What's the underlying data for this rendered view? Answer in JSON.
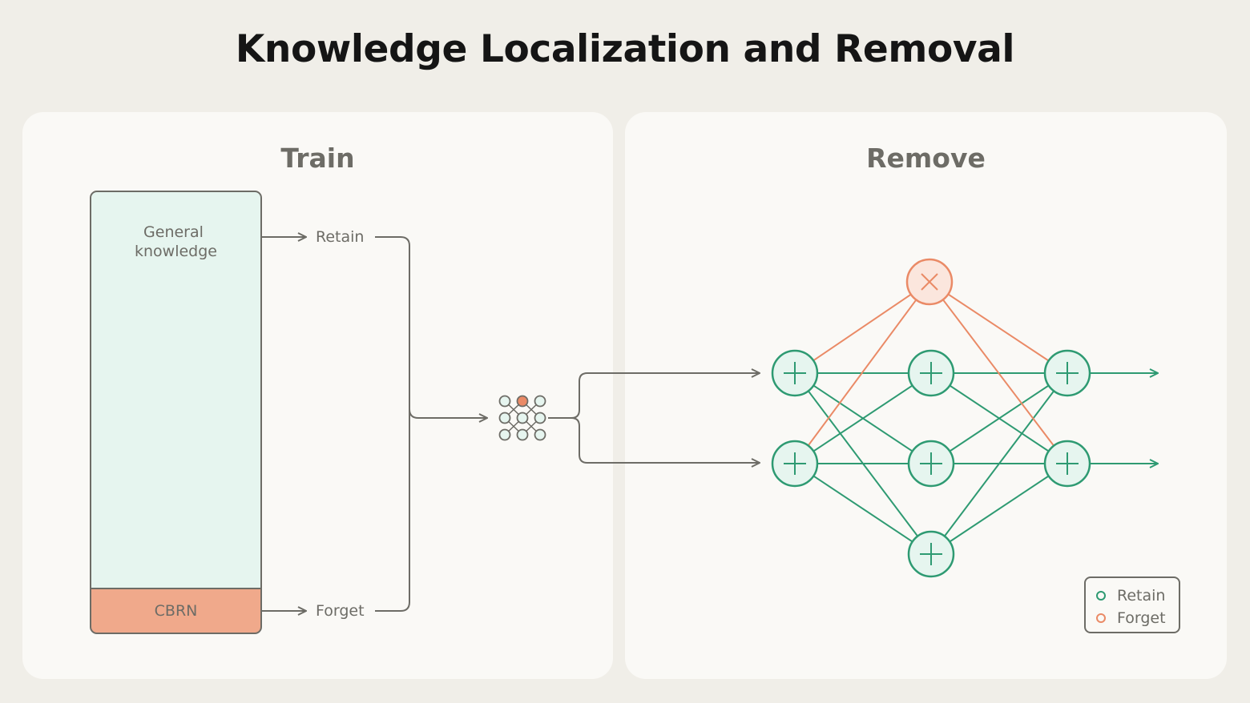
{
  "title": "Knowledge Localization and Removal",
  "train": {
    "heading": "Train",
    "general_label": "General knowledge",
    "cbrn_label": "CBRN",
    "retain_label": "Retain",
    "forget_label": "Forget"
  },
  "remove": {
    "heading": "Remove"
  },
  "legend": {
    "retain": "Retain",
    "forget": "Forget"
  },
  "colors": {
    "retain": "#2e9a72",
    "retain_fill": "#e6f5ef",
    "forget": "#ea8a66",
    "forget_fill": "#fbe6dd",
    "cbrn_fill": "#f0a98b",
    "general_fill": "#e6f5ef",
    "line": "#6d6c66",
    "background": "#f0eee8",
    "panel": "#faf9f6"
  }
}
